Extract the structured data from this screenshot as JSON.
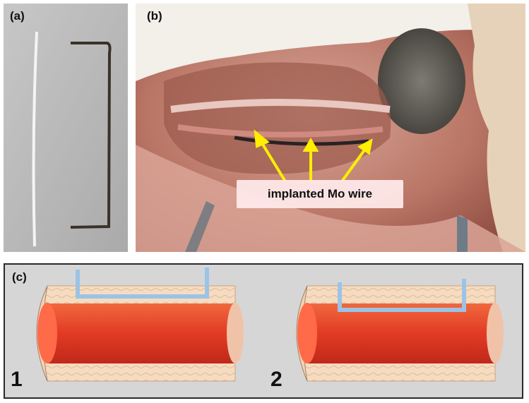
{
  "panels": {
    "a": {
      "label": "(a)"
    },
    "b": {
      "label": "(b)",
      "annotation": "implanted Mo wire"
    },
    "c": {
      "label": "(c)",
      "variant_1": "1",
      "variant_2": "2"
    }
  },
  "colors": {
    "wire_gray": "#bdbdbd",
    "wire_blue": "#9cc3e6",
    "blood_red": "#e23b24",
    "arrow_yellow": "#ffee00",
    "tissue": "#f4d9b8"
  }
}
